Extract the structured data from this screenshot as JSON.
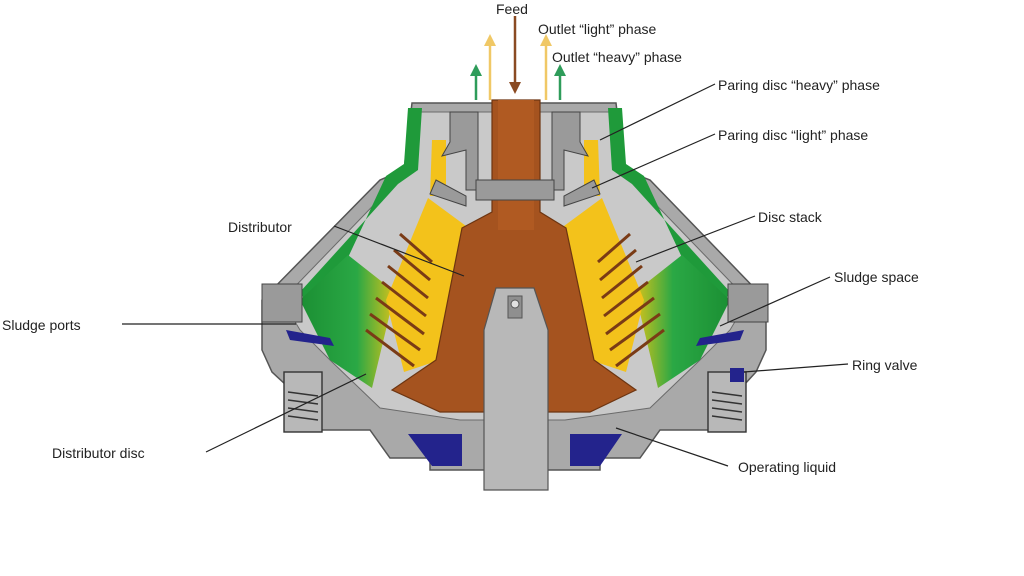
{
  "labels": {
    "feed": "Feed",
    "outlet_light": "Outlet “light” phase",
    "outlet_heavy": "Outlet “heavy” phase",
    "paring_heavy": "Paring disc “heavy” phase",
    "paring_light": "Paring disc “light” phase",
    "disc_stack": "Disc stack",
    "sludge_space": "Sludge space",
    "ring_valve": "Ring valve",
    "operating_liquid": "Operating liquid",
    "distributor": "Distributor",
    "sludge_ports": "Sludge ports",
    "distributor_disc": "Distributor disc"
  },
  "colors": {
    "feed_brown": "#a5531f",
    "heavy_green": "#1f9a3a",
    "light_yellow": "#f3c21b",
    "frame_gray": "#9a9a9a",
    "operating_blue": "#23238c",
    "light_arrow": "#f0c866",
    "heavy_arrow": "#2e9c5a",
    "feed_arrow": "#8a4a22"
  }
}
